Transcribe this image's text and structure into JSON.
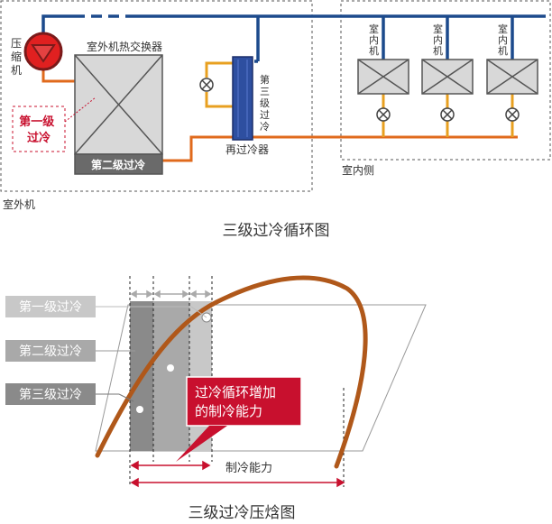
{
  "cycle_diagram": {
    "title": "三级过冷循环图",
    "outdoor_unit_label": "室外机",
    "indoor_side_label": "室内侧",
    "compressor_label": [
      "压",
      "缩",
      "机"
    ],
    "outdoor_hx_label": "室外机热交换器",
    "first_subcool_label": [
      "第一级",
      "过冷"
    ],
    "second_subcool_label": "第二级过冷",
    "third_subcool_label": [
      "第",
      "三",
      "级",
      "过",
      "冷"
    ],
    "resubcooler_label": "再过冷器",
    "indoor_unit_label": [
      "室",
      "内",
      "机"
    ],
    "colors": {
      "high_pressure_liquid": "#e8a020",
      "gas": "#1c4a8c",
      "hot_line": "#e06a1c",
      "compressor": "#e02020",
      "accent": "#c8102e"
    }
  },
  "ph_diagram": {
    "title": "三级过冷压焓图",
    "stage_labels": [
      "第一级过冷",
      "第二级过冷",
      "第三级过冷"
    ],
    "callout": [
      "过冷循环增加",
      "的制冷能力"
    ],
    "capacity_label": "制冷能力",
    "colors": {
      "saturation_curve": "#b0581a",
      "stage1": "#c8c8c8",
      "stage2": "#a9a9a9",
      "stage3": "#8a8a8a",
      "accent": "#c8102e"
    }
  }
}
